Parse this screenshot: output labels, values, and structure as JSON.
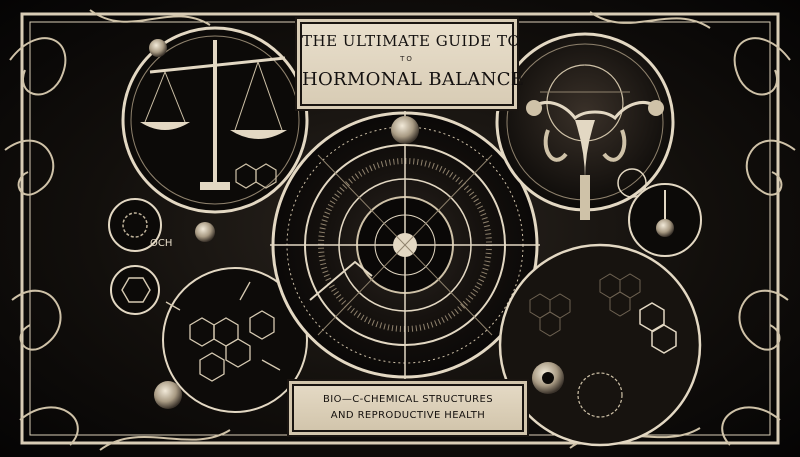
{
  "title": {
    "line1": "THE ULTIMATE GUIDE TO",
    "connector": "TO",
    "line2": "HORMONAL BALANCE"
  },
  "subtitle": {
    "line1": "BIO—C-CHEMICAL STRUCTURES",
    "line2": "AND REPRODUCTIVE HEALTH"
  },
  "labels": {
    "molecule_left": "OCH"
  },
  "colors": {
    "ink": "#141110",
    "parchment": "#e6dcc8",
    "background": "#0b0a09"
  }
}
